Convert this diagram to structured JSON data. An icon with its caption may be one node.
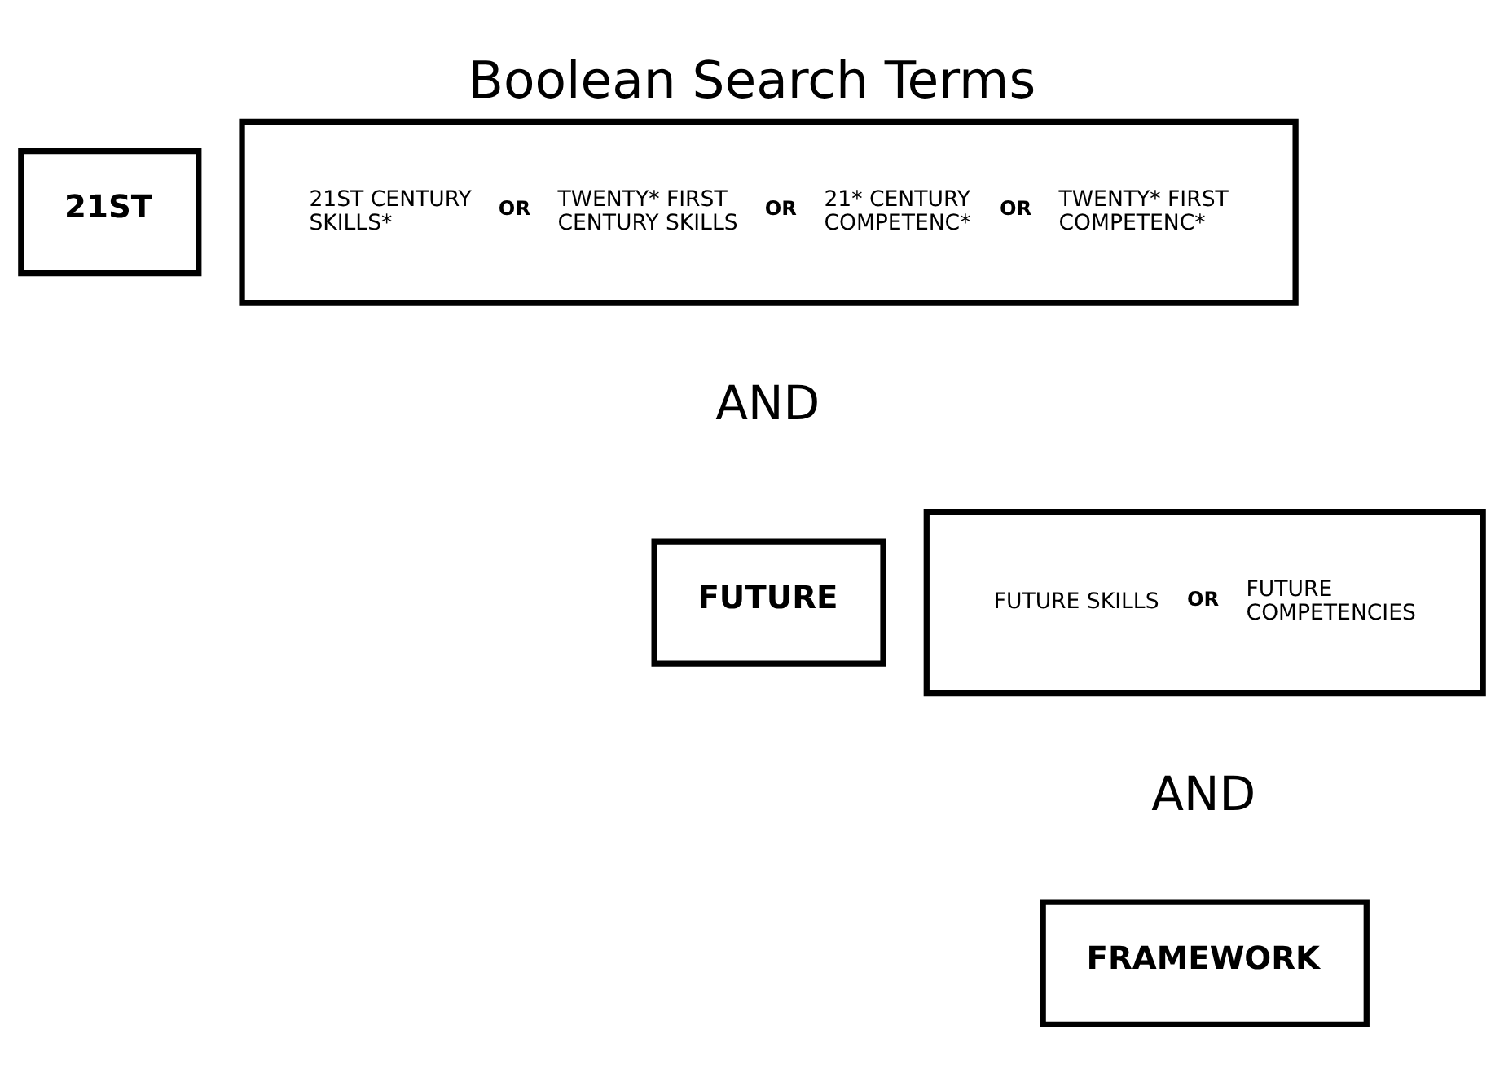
{
  "diagram": {
    "title": "Boolean Search Terms",
    "nodes": [
      {
        "text": [
          "21ST"
        ]
      },
      {
        "text": [
          "21ST CENTURY SKILLS*",
          "OR",
          "TWENTY* FIRST CENTURY SKILLS",
          "OR",
          "21* CENTURY COMPETENC*",
          "OR",
          "TWENTY* FIRST COMPETENC*"
        ]
      },
      {
        "text": [
          "FUTURE"
        ]
      },
      {
        "text": [
          "FUTURE SKILLS",
          "OR",
          "FUTURE COMPETENCIES"
        ]
      },
      {
        "text": [
          "FRAMEWORK"
        ]
      }
    ],
    "labels": [
      "AND",
      "AND"
    ]
  }
}
